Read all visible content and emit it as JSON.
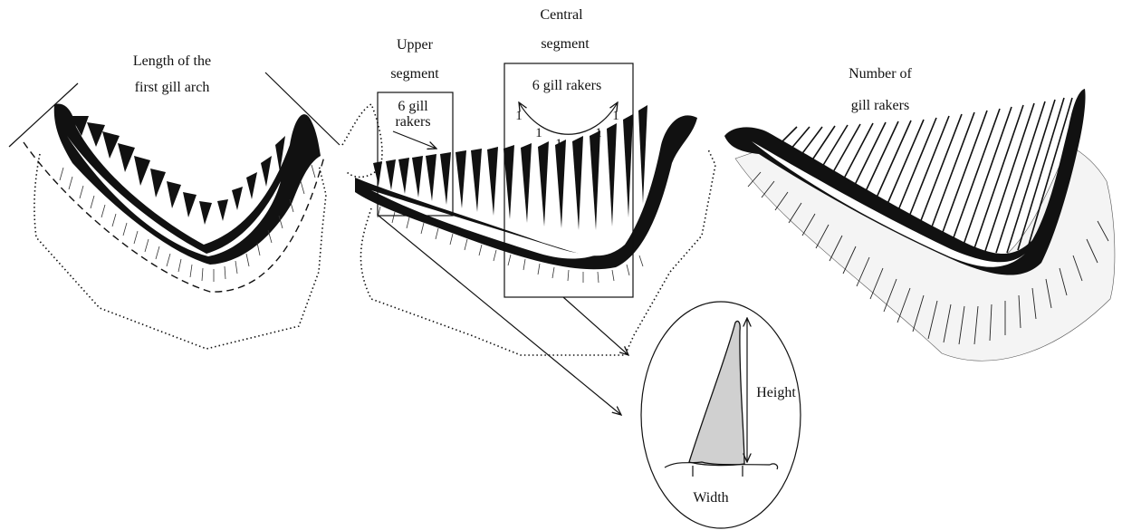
{
  "labels": {
    "arch_length_line1": "Length of the",
    "arch_length_line2": "first gill arch",
    "upper_title_line1": "Upper",
    "upper_title_line2": "segment",
    "central_title_line1": "Central",
    "central_title_line2": "segment",
    "upper_count_line1": "6 gill",
    "upper_count_line2": "rakers",
    "central_count": "6 gill rakers",
    "raker_one": "1",
    "number_line1": "Number of",
    "number_line2": "gill rakers",
    "height": "Height",
    "width": "Width"
  },
  "colors": {
    "ink": "#111111",
    "raker_fill": "#d0d0d0",
    "background": "#ffffff"
  }
}
